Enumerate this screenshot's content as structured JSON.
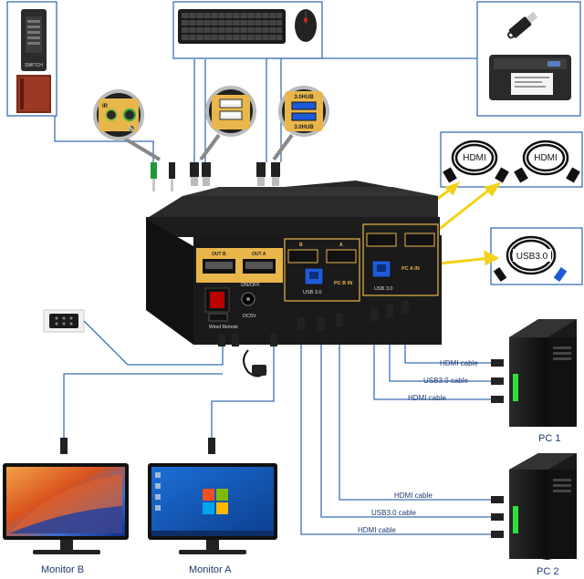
{
  "device": {
    "out_b": "OUT B",
    "out_a": "OUT A",
    "power_switch_label": "ON/OFF",
    "dc_label": "DC5V",
    "wired_remote_label": "Wired Remote",
    "pc_b_usb_label": "USB 3.0",
    "pc_b_in_label": "PC B IN",
    "pc_a_usb_label": "USB 3.0",
    "pc_a_in_label": "PC A IN",
    "port_letter_b": "B",
    "port_letter_a": "A"
  },
  "callouts": {
    "ir_label": "IR",
    "usb_hub_label": "3.0HUB",
    "usb_hub_label_2": "3.0HUB",
    "remote_switch_label": "SWITCH"
  },
  "cables": {
    "hdmi_1": "HDMI",
    "hdmi_2": "HDMI",
    "usb30": "USB3.0"
  },
  "pc1_cables": [
    "HDMI cable",
    "USB3.0 cable",
    "HDMI cable"
  ],
  "pc2_cables": [
    "HDMI cable",
    "USB3.0 cable",
    "HDMI cable"
  ],
  "labels": {
    "pc1": "PC 1",
    "pc2": "PC 2",
    "monitor_b": "Monitor B",
    "monitor_a": "Monitor A"
  },
  "colors": {
    "device_body": "#1a1a1a",
    "gold_panel": "#e8b64a",
    "line_blue": "#3a6fb5",
    "usb_blue": "#1f5bd8",
    "led_green": "#2fe03a",
    "yellow_arrow": "#f2d21a"
  }
}
